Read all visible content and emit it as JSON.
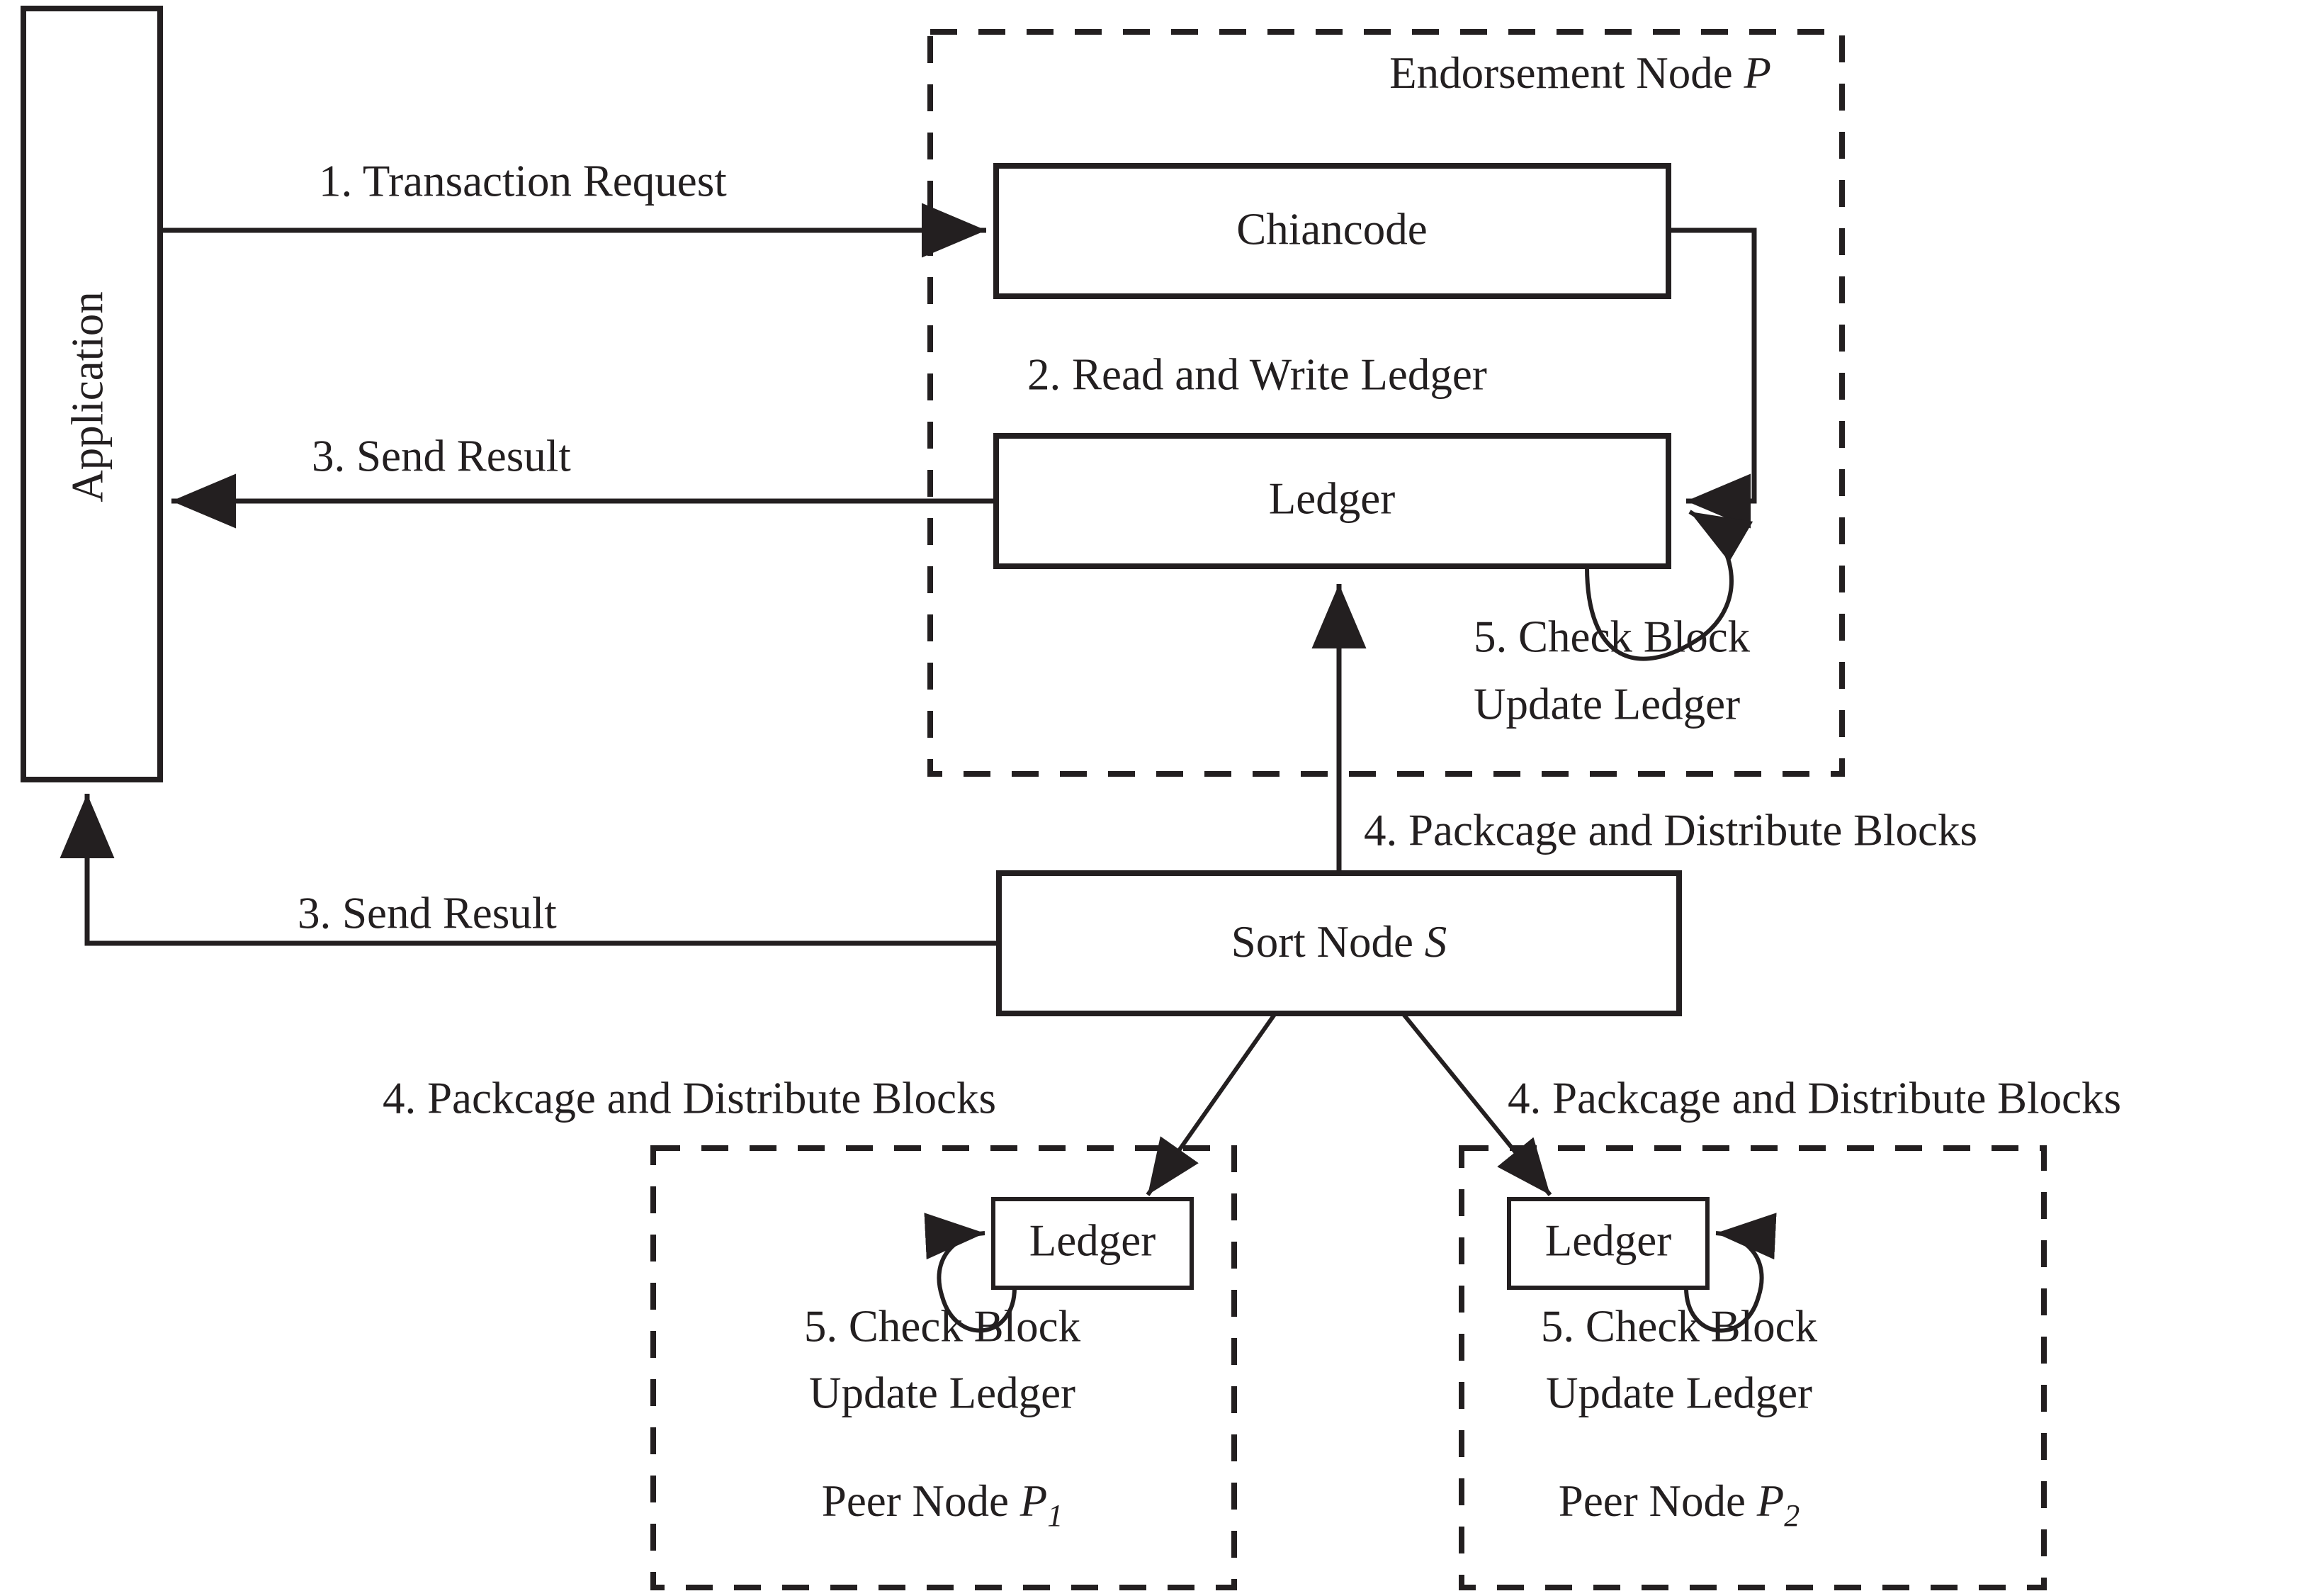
{
  "diagram": {
    "title": "Hyperledger Fabric transaction flow",
    "nodes": {
      "application": "Application",
      "chaincode": "Chiancode",
      "ledger_endorsement": "Ledger",
      "sort_node_name": "Sort Node ",
      "sort_node_symbol": "S",
      "endorsement_node_name": "Endorsement Node ",
      "endorsement_node_symbol": "P",
      "peer1_name": "Peer Node ",
      "peer1_symbol": "P",
      "peer1_sub": "1",
      "peer2_name": "Peer Node ",
      "peer2_symbol": "P",
      "peer2_sub": "2",
      "ledger_peer1": "Ledger",
      "ledger_peer2": "Ledger"
    },
    "edges": {
      "step1": "1. Transaction Request",
      "step2": "2. Read and Write Ledger",
      "step3_top": "3. Send Result",
      "step3_bottom": "3. Send Result",
      "step4_center": "4. Packcage and Distribute Blocks",
      "step4_left": "4. Packcage and Distribute Blocks",
      "step4_right": "4. Packcage and Distribute Blocks",
      "step5_endorsement_line1": "5. Check Block",
      "step5_endorsement_line2": "Update Ledger",
      "step5_peer1_line1": "5. Check Block",
      "step5_peer1_line2": "Update Ledger",
      "step5_peer2_line1": "5. Check Block",
      "step5_peer2_line2": "Update Ledger"
    },
    "colors": {
      "ink": "#231f20",
      "background": "#ffffff"
    }
  }
}
